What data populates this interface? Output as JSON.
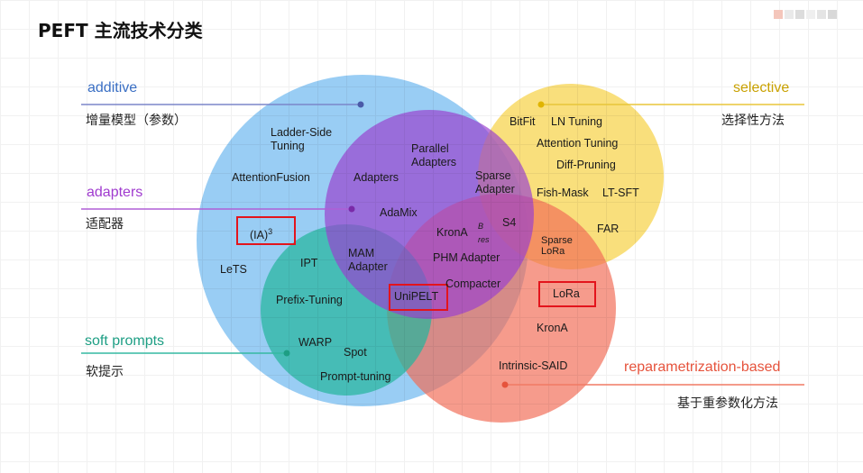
{
  "title": "PEFT 主流技术分类",
  "colors": {
    "additive": "#5aaeee",
    "adapters": "#9a3fcf",
    "selective": "#f6d24a",
    "soft_prompts": "#27b59e",
    "reparametrization": "#f26b55",
    "highlight_box": "#e3141c",
    "label_blue": "#3a6fc4",
    "label_purple": "#a03bcf",
    "label_orange": "#c9a100",
    "label_teal": "#1d9e84",
    "label_red": "#e6533c"
  },
  "categories": {
    "additive": {
      "name": "additive",
      "desc": "增量模型（参数）"
    },
    "adapters": {
      "name": "adapters",
      "desc": "适配器"
    },
    "selective": {
      "name": "selective",
      "desc": "选择性方法"
    },
    "soft_prompts": {
      "name": "soft prompts",
      "desc": "软提示"
    },
    "reparametrization": {
      "name": "reparametrization-based",
      "desc": "基于重参数化方法"
    }
  },
  "methods": {
    "ladder_side_tuning": "Ladder-Side Tuning",
    "attention_fusion": "AttentionFusion",
    "ia3_base": "(IA)",
    "ia3_sup": "3",
    "lets": "LeTS",
    "ipt": "IPT",
    "prefix_tuning": "Prefix-Tuning",
    "warp": "WARP",
    "spot": "Spot",
    "prompt_tuning": "Prompt-tuning",
    "parallel_adapters": "Parallel Adapters",
    "adapters": "Adapters",
    "adamix": "AdaMix",
    "mam_adapter": "MAM Adapter",
    "unipelt": "UniPELT",
    "sparse_adapter": "Sparse Adapter",
    "krona_b_base": "KronA",
    "krona_b_sup": "B",
    "krona_b_sub": "res",
    "s4": "S4",
    "phm_adapter": "PHM Adapter",
    "compacter": "Compacter",
    "bitfit": "BitFit",
    "ln_tuning": "LN Tuning",
    "attention_tuning": "Attention Tuning",
    "diff_pruning": "Diff-Pruning",
    "fish_mask": "Fish-Mask",
    "lt_sft": "LT-SFT",
    "far": "FAR",
    "sparse_lora": "Sparse LoRa",
    "lora": "LoRa",
    "krona": "KronA",
    "intrinsic_said": "Intrinsic-SAID"
  }
}
